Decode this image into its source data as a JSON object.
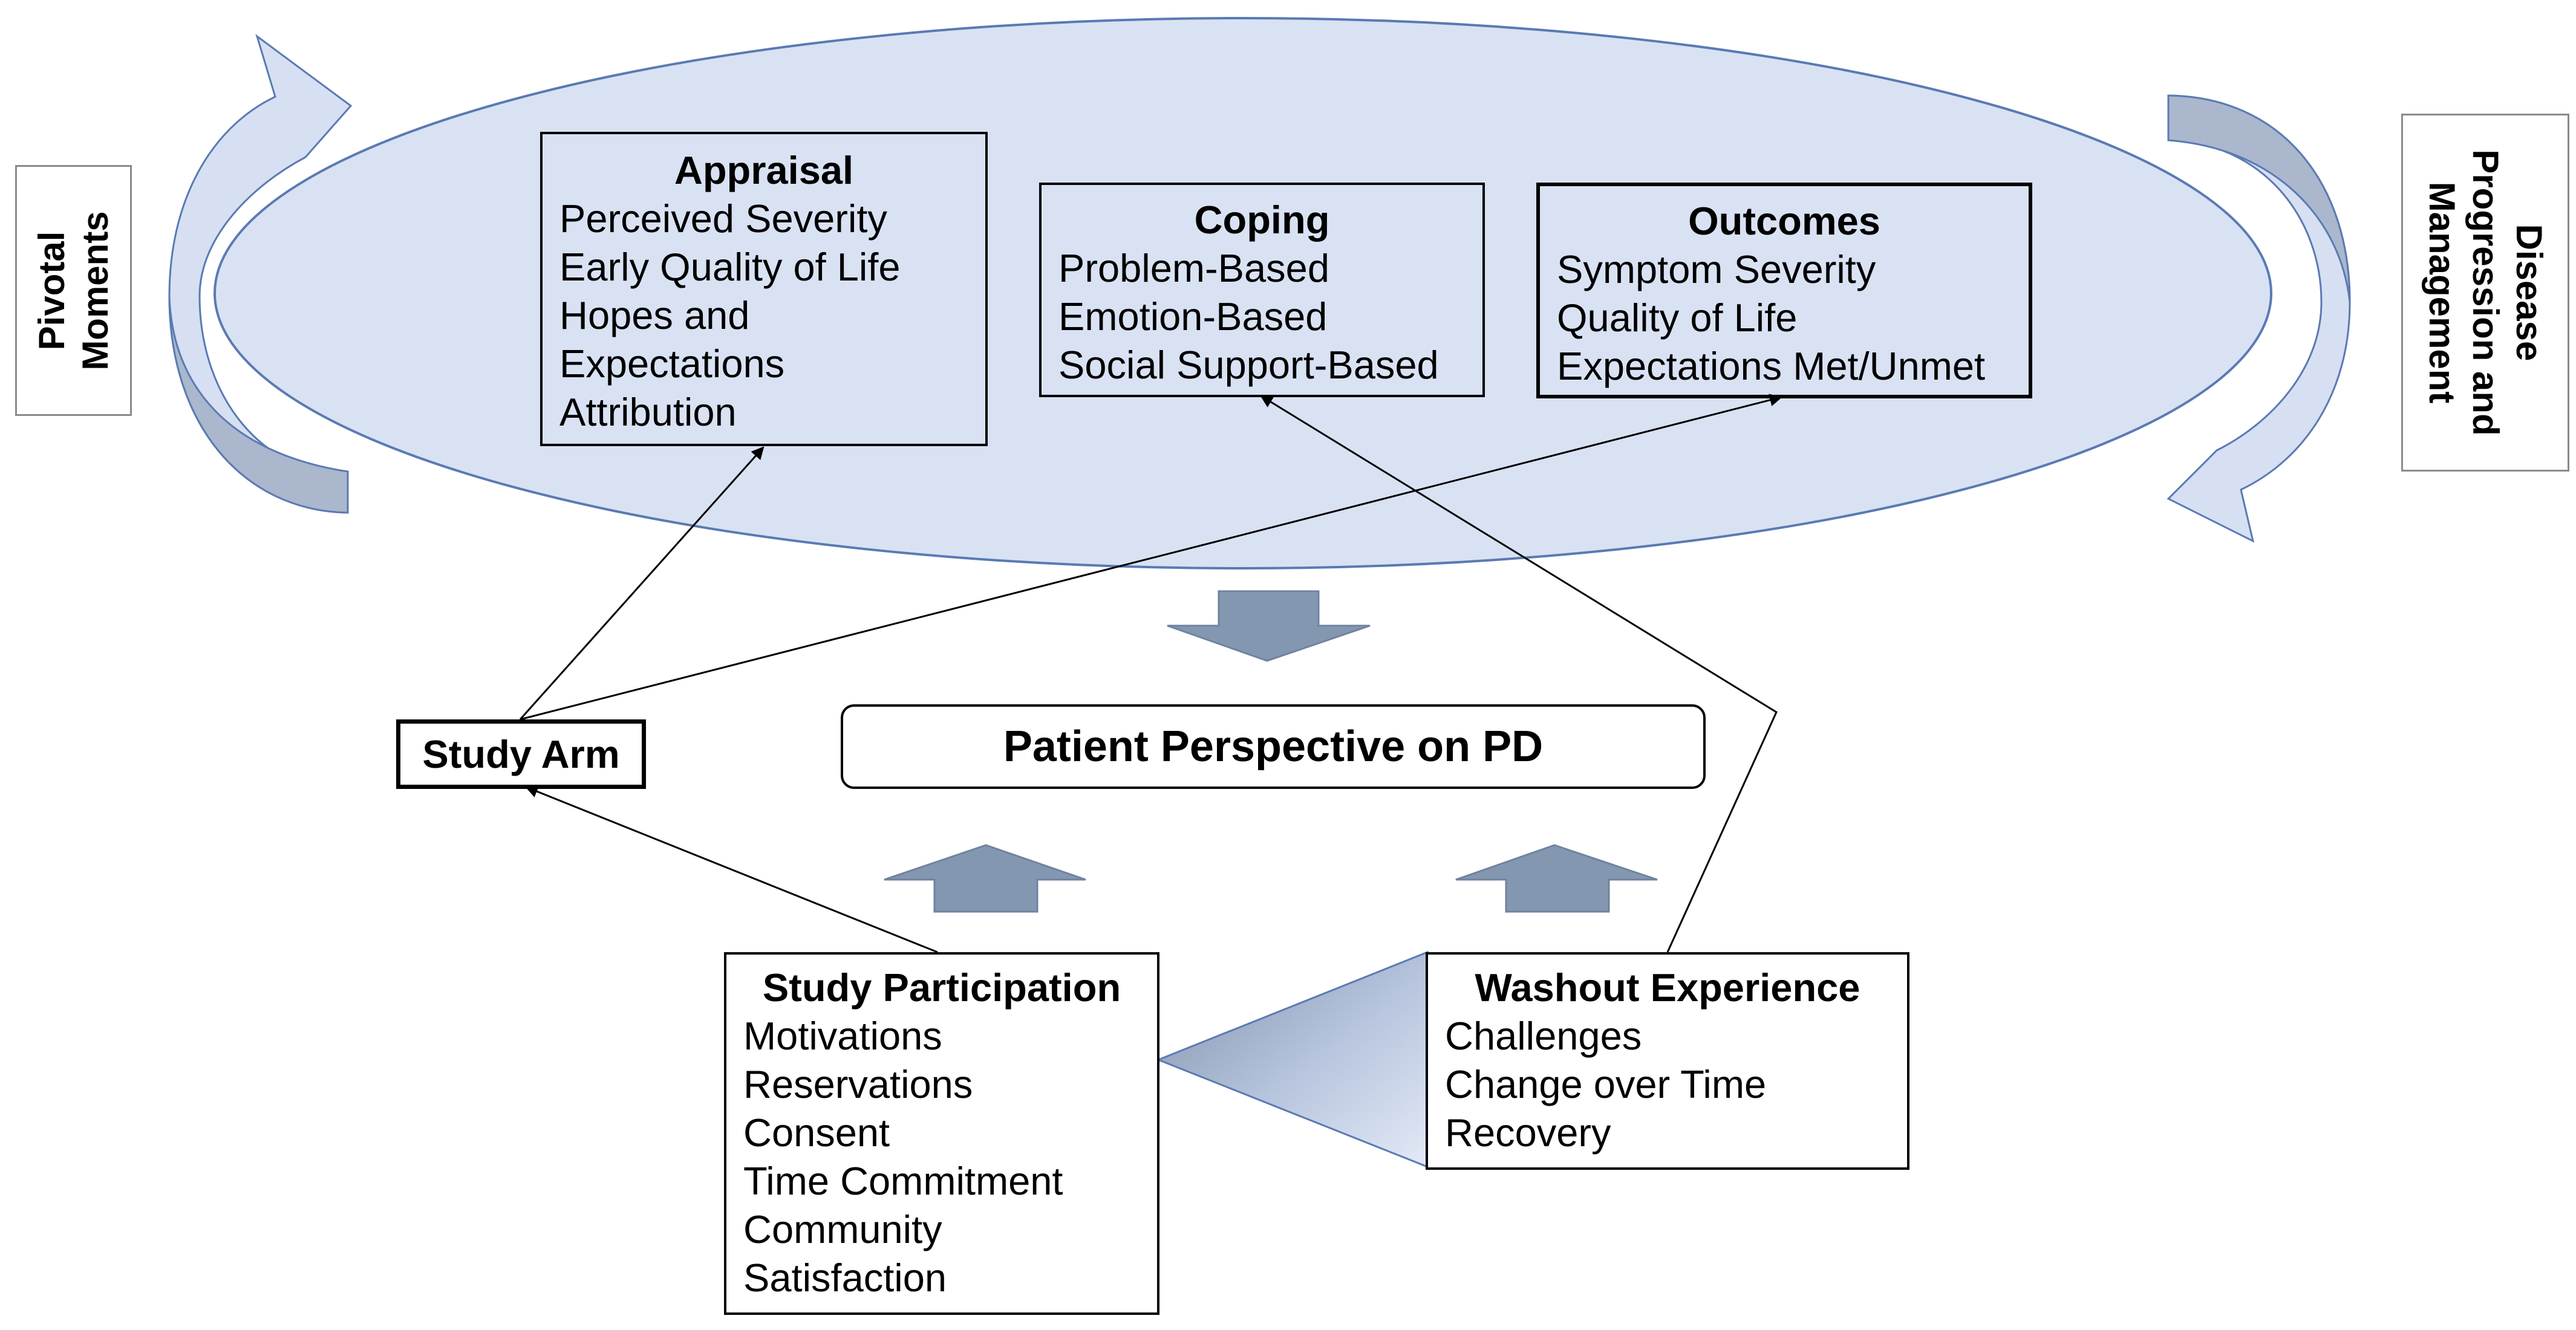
{
  "colors": {
    "ellipse_fill": "#d9e2f3",
    "ellipse_stroke": "#5a7ab3",
    "block_arrow_fill": "#8497b0",
    "curved_arrow_light": "#d6e0f2",
    "curved_arrow_dark": "#aab7cc",
    "line": "#000000"
  },
  "side_labels": {
    "left": "Pivotal Moments",
    "left_line1": "Pivotal",
    "left_line2": "Moments",
    "right": "Disease Progression and Management",
    "right_line1": "Disease",
    "right_line2": "Progression and",
    "right_line3": "Management"
  },
  "appraisal": {
    "title": "Appraisal",
    "items": [
      "Perceived Severity",
      "Early Quality of Life",
      "Hopes and",
      "Expectations",
      "Attribution"
    ]
  },
  "coping": {
    "title": "Coping",
    "items": [
      "Problem-Based",
      "Emotion-Based",
      "Social Support-Based"
    ]
  },
  "outcomes": {
    "title": "Outcomes",
    "items": [
      "Symptom Severity",
      "Quality of Life",
      "Expectations Met/Unmet"
    ]
  },
  "study_arm": {
    "label": "Study Arm"
  },
  "perspective": {
    "label": "Patient Perspective on PD"
  },
  "study_participation": {
    "title": "Study Participation",
    "items": [
      "Motivations",
      "Reservations",
      "Consent",
      "Time Commitment",
      "Community",
      "Satisfaction"
    ]
  },
  "washout": {
    "title": "Washout Experience",
    "items": [
      "Challenges",
      "Change over Time",
      "Recovery"
    ]
  },
  "icons": {
    "left_curved_arrow": "curved-arrow-up-icon",
    "right_curved_arrow": "curved-arrow-down-icon",
    "block_arrows": "block-arrow-icon"
  }
}
